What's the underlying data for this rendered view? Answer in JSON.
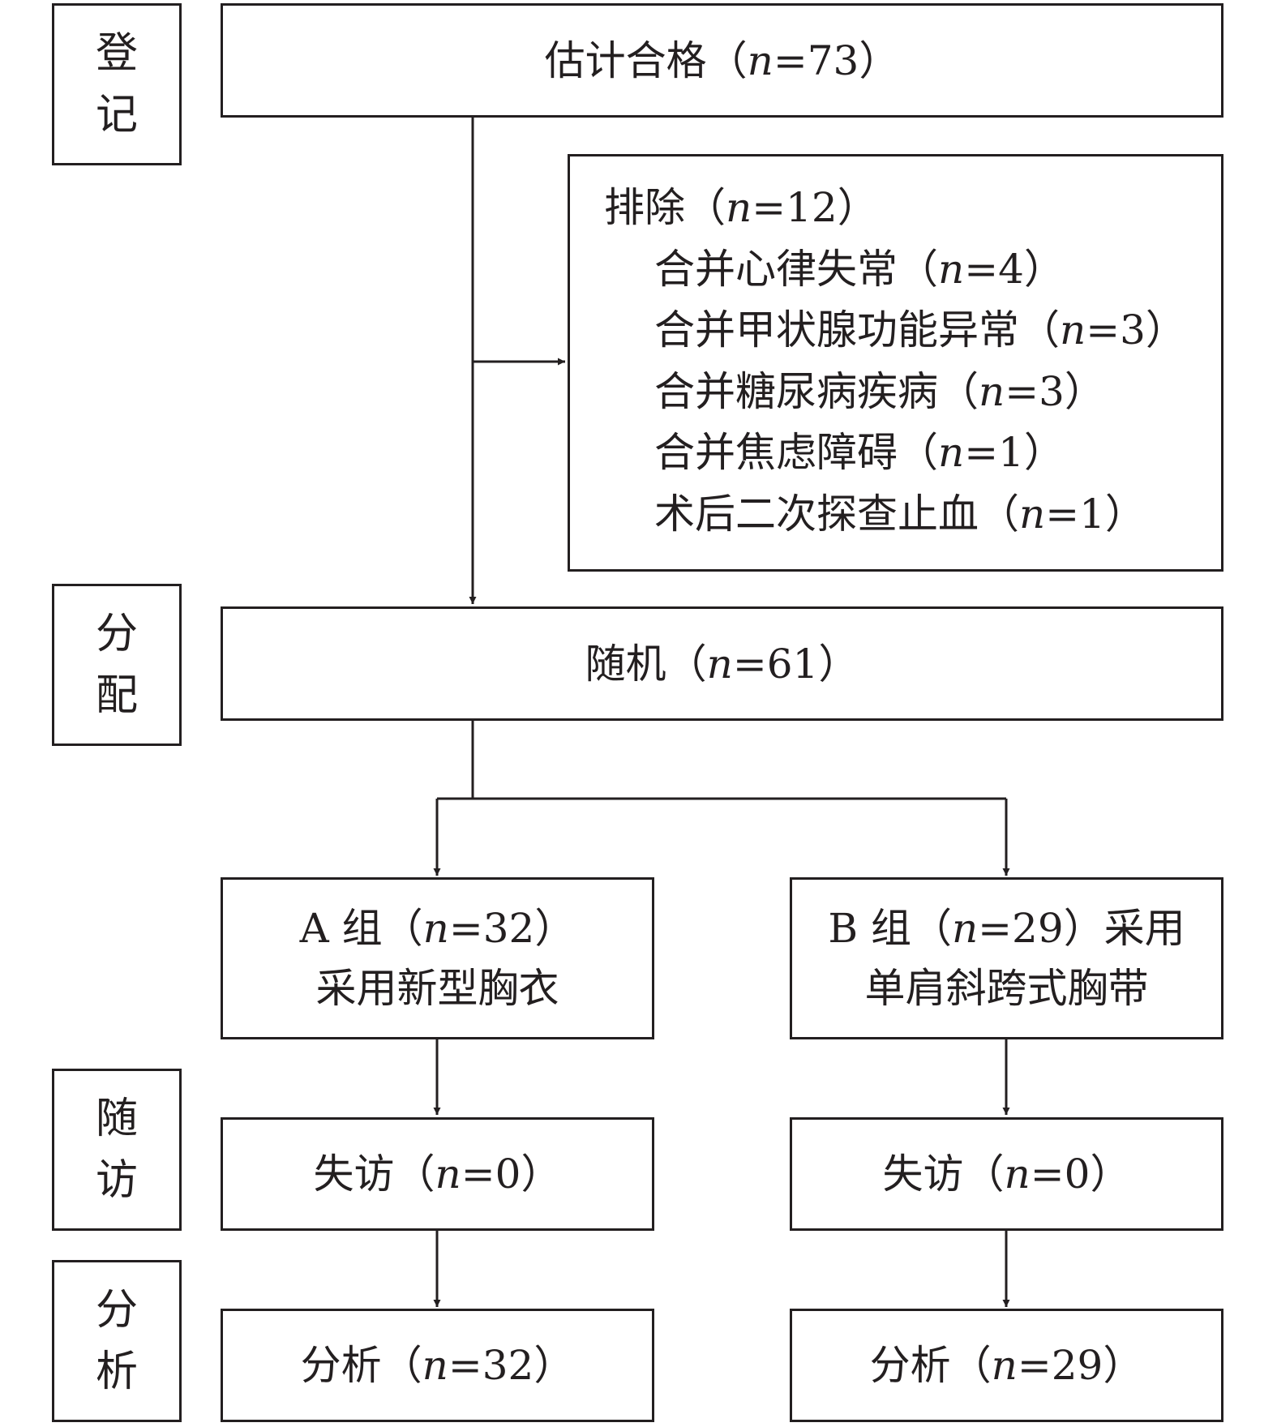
{
  "stages": {
    "enrollment": [
      "登",
      "记"
    ],
    "allocation": [
      "分",
      "配"
    ],
    "followup": [
      "随",
      "访"
    ],
    "analysis": [
      "分",
      "析"
    ]
  },
  "n_label": "n",
  "assessed": {
    "prefix": "估计合格（",
    "eq": "=73",
    "suffix": "）"
  },
  "excluded": {
    "header": {
      "prefix": "排除（",
      "eq": "=12",
      "suffix": "）"
    },
    "reasons": [
      {
        "prefix": "合并心律失常（",
        "eq": "=4",
        "suffix": "）"
      },
      {
        "prefix": "合并甲状腺功能异常（",
        "eq": "=3",
        "suffix": "）"
      },
      {
        "prefix": "合并糖尿病疾病（",
        "eq": "=3",
        "suffix": "）"
      },
      {
        "prefix": "合并焦虑障碍（",
        "eq": "=1",
        "suffix": "）"
      },
      {
        "prefix": "术后二次探查止血（",
        "eq": "=1",
        "suffix": "）"
      }
    ]
  },
  "randomized": {
    "prefix": "随机（",
    "eq": "=61",
    "suffix": "）"
  },
  "group_a": {
    "line1": {
      "prefix": "A 组（",
      "eq": "=32",
      "suffix": "）"
    },
    "line2": "采用新型胸衣",
    "lost": {
      "prefix": "失访（",
      "eq": "=0",
      "suffix": "）"
    },
    "analysed": {
      "prefix": "分析（",
      "eq": "=32",
      "suffix": "）"
    }
  },
  "group_b": {
    "line1": {
      "prefix": "B 组（",
      "eq": "=29",
      "suffix": "）采用"
    },
    "line2": "单肩斜跨式胸带",
    "lost": {
      "prefix": "失访（",
      "eq": "=0",
      "suffix": "）"
    },
    "analysed": {
      "prefix": "分析（",
      "eq": "=29",
      "suffix": "）"
    }
  }
}
